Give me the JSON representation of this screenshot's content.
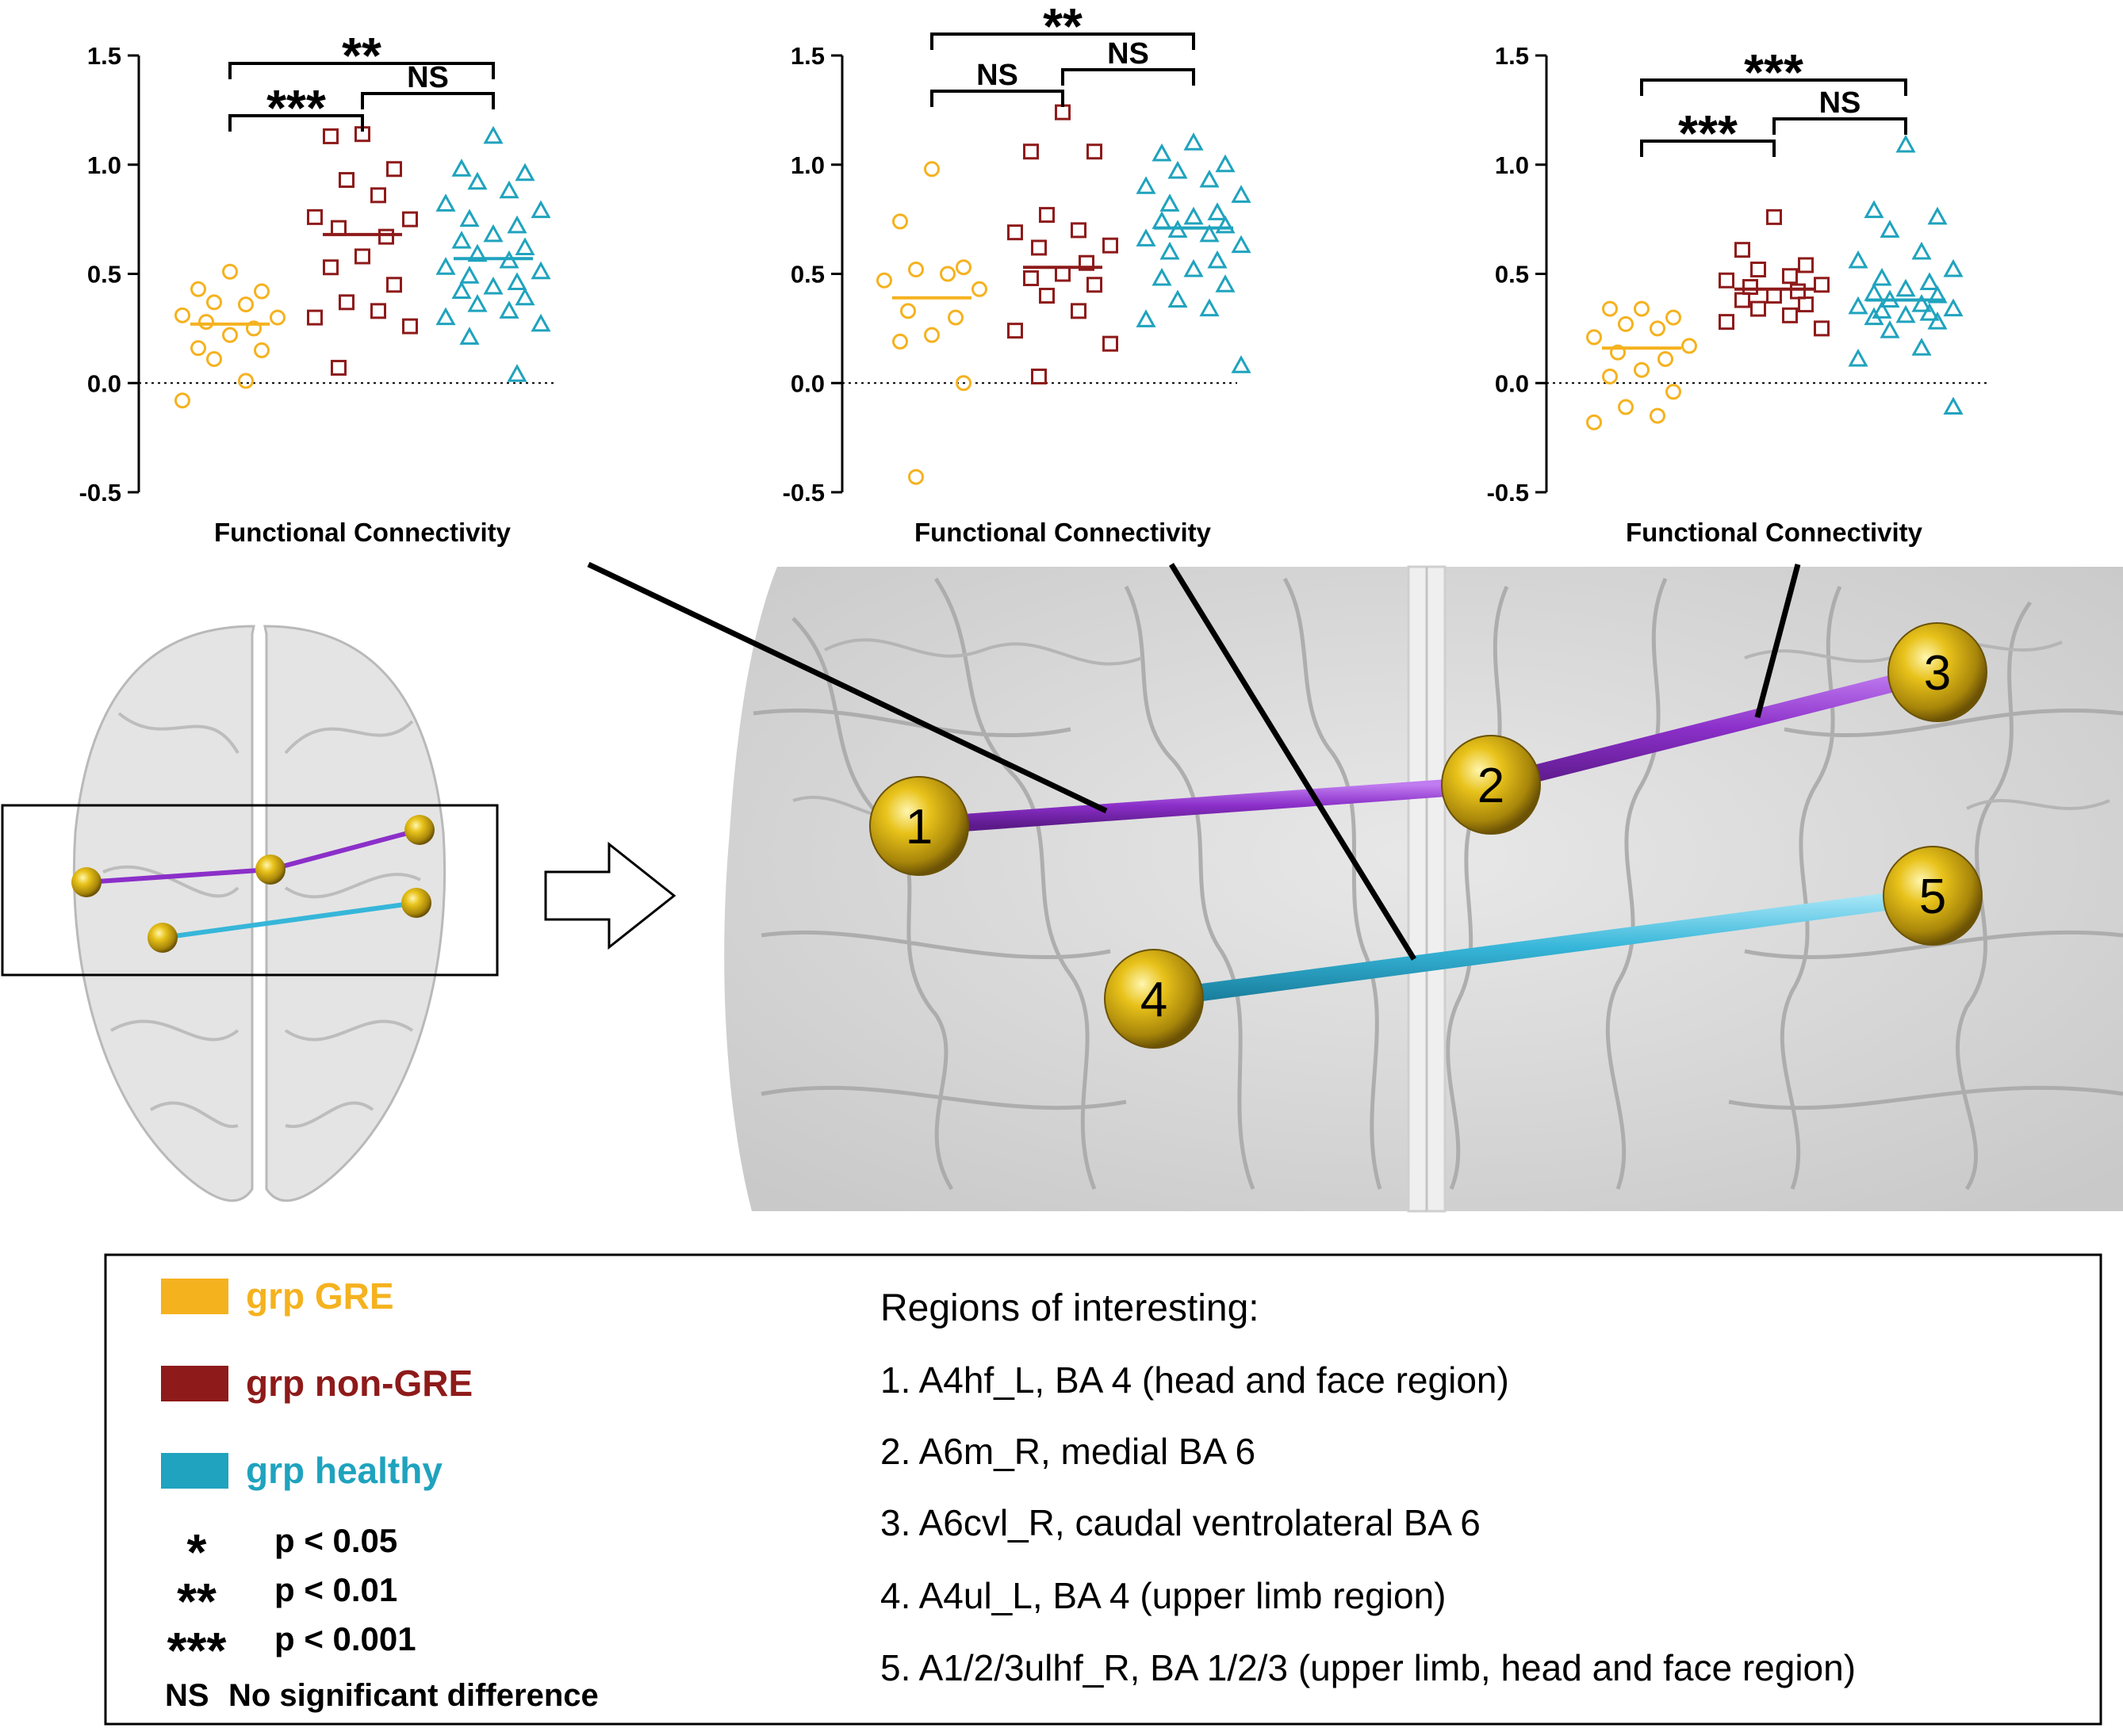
{
  "chart_data": [
    {
      "type": "scatter",
      "panel": "left",
      "xlabel": "Functional Connectivity",
      "ylim": [
        -0.5,
        1.5
      ],
      "yticks": [
        "1.5",
        "1.0",
        "0.5",
        "0.0",
        "-0.5"
      ],
      "reference_line": 0.0,
      "series": [
        {
          "group": "GRE",
          "marker": "circle",
          "color": "#F5B21F",
          "median": 0.27,
          "values": [
            0.51,
            0.43,
            0.42,
            0.37,
            0.36,
            0.31,
            0.3,
            0.28,
            0.25,
            0.22,
            0.16,
            0.15,
            0.11,
            0.01,
            -0.08
          ]
        },
        {
          "group": "non-GRE",
          "marker": "square",
          "color": "#8E1A1A",
          "median": 0.68,
          "values": [
            1.14,
            1.13,
            0.98,
            0.93,
            0.86,
            0.76,
            0.75,
            0.71,
            0.67,
            0.58,
            0.53,
            0.45,
            0.37,
            0.33,
            0.3,
            0.26,
            0.07
          ]
        },
        {
          "group": "healthy",
          "marker": "triangle",
          "color": "#1FA3BE",
          "median": 0.57,
          "values": [
            1.13,
            0.98,
            0.96,
            0.92,
            0.88,
            0.82,
            0.79,
            0.75,
            0.72,
            0.68,
            0.65,
            0.62,
            0.59,
            0.56,
            0.53,
            0.51,
            0.49,
            0.46,
            0.44,
            0.42,
            0.39,
            0.36,
            0.33,
            0.3,
            0.27,
            0.21,
            0.04
          ]
        }
      ],
      "brackets": [
        {
          "from": 0,
          "to": 2,
          "label": "**"
        },
        {
          "from": 0,
          "to": 1,
          "label": "***"
        },
        {
          "from": 1,
          "to": 2,
          "label": "NS"
        }
      ]
    },
    {
      "type": "scatter",
      "panel": "middle",
      "xlabel": "Functional Connectivity",
      "ylim": [
        -0.5,
        1.5
      ],
      "yticks": [
        "1.5",
        "1.0",
        "0.5",
        "0.0",
        "-0.5"
      ],
      "reference_line": 0.0,
      "series": [
        {
          "group": "GRE",
          "marker": "circle",
          "color": "#F5B21F",
          "median": 0.39,
          "values": [
            0.98,
            0.74,
            0.53,
            0.52,
            0.5,
            0.47,
            0.43,
            0.33,
            0.3,
            0.22,
            0.19,
            0.0,
            -0.43
          ]
        },
        {
          "group": "non-GRE",
          "marker": "square",
          "color": "#8E1A1A",
          "median": 0.53,
          "values": [
            1.24,
            1.06,
            1.06,
            0.77,
            0.7,
            0.69,
            0.63,
            0.62,
            0.55,
            0.5,
            0.48,
            0.45,
            0.4,
            0.33,
            0.24,
            0.18,
            0.03
          ]
        },
        {
          "group": "healthy",
          "marker": "triangle",
          "color": "#1FA3BE",
          "median": 0.71,
          "values": [
            1.1,
            1.05,
            1.0,
            0.97,
            0.93,
            0.9,
            0.86,
            0.82,
            0.78,
            0.76,
            0.74,
            0.72,
            0.7,
            0.68,
            0.66,
            0.63,
            0.6,
            0.56,
            0.52,
            0.48,
            0.45,
            0.38,
            0.34,
            0.29,
            0.08
          ]
        }
      ],
      "brackets": [
        {
          "from": 0,
          "to": 2,
          "label": "**"
        },
        {
          "from": 1,
          "to": 2,
          "label": "NS"
        },
        {
          "from": 0,
          "to": 1,
          "label": "NS"
        }
      ]
    },
    {
      "type": "scatter",
      "panel": "right",
      "xlabel": "Functional Connectivity",
      "ylim": [
        -0.5,
        1.5
      ],
      "yticks": [
        "1.5",
        "1.0",
        "0.5",
        "0.0",
        "-0.5"
      ],
      "reference_line": 0.0,
      "series": [
        {
          "group": "GRE",
          "marker": "circle",
          "color": "#F5B21F",
          "median": 0.16,
          "values": [
            0.34,
            0.34,
            0.3,
            0.27,
            0.25,
            0.21,
            0.17,
            0.14,
            0.11,
            0.06,
            0.03,
            -0.04,
            -0.11,
            -0.15,
            -0.18
          ]
        },
        {
          "group": "non-GRE",
          "marker": "square",
          "color": "#8E1A1A",
          "median": 0.43,
          "values": [
            0.76,
            0.61,
            0.54,
            0.52,
            0.49,
            0.47,
            0.45,
            0.44,
            0.42,
            0.4,
            0.38,
            0.36,
            0.34,
            0.31,
            0.28,
            0.25
          ]
        },
        {
          "group": "healthy",
          "marker": "triangle",
          "color": "#1FA3BE",
          "median": 0.38,
          "values": [
            1.09,
            0.79,
            0.76,
            0.7,
            0.6,
            0.56,
            0.52,
            0.48,
            0.46,
            0.43,
            0.41,
            0.4,
            0.38,
            0.36,
            0.35,
            0.34,
            0.33,
            0.32,
            0.31,
            0.3,
            0.28,
            0.24,
            0.16,
            0.11,
            -0.11
          ]
        }
      ],
      "brackets": [
        {
          "from": 0,
          "to": 2,
          "label": "***"
        },
        {
          "from": 1,
          "to": 2,
          "label": "NS"
        },
        {
          "from": 0,
          "to": 1,
          "label": "***"
        }
      ]
    }
  ],
  "brain": {
    "nodes": [
      "1",
      "2",
      "3",
      "4",
      "5"
    ],
    "edge_colors": {
      "purple": "#8B2FC9",
      "cyan": "#36B6D9"
    }
  },
  "legend": {
    "groups": [
      {
        "label": "grp GRE",
        "color": "#F5B21F"
      },
      {
        "label": "grp non-GRE",
        "color": "#8E1A1A"
      },
      {
        "label": "grp healthy",
        "color": "#1FA3BE"
      }
    ],
    "significance": [
      {
        "symbol": "*",
        "text": "p < 0.05"
      },
      {
        "symbol": "**",
        "text": "p < 0.01"
      },
      {
        "symbol": "***",
        "text": "p < 0.001"
      }
    ],
    "ns_symbol": "NS",
    "ns_text": "No significant difference",
    "regions_title": "Regions of interesting:",
    "regions": [
      "1. A4hf_L, BA 4 (head and face region)",
      "2. A6m_R, medial BA 6",
      "3. A6cvl_R, caudal ventrolateral BA 6",
      "4. A4ul_L, BA 4 (upper limb region)",
      "5. A1/2/3ulhf_R, BA 1/2/3 (upper limb, head and face region)"
    ]
  }
}
